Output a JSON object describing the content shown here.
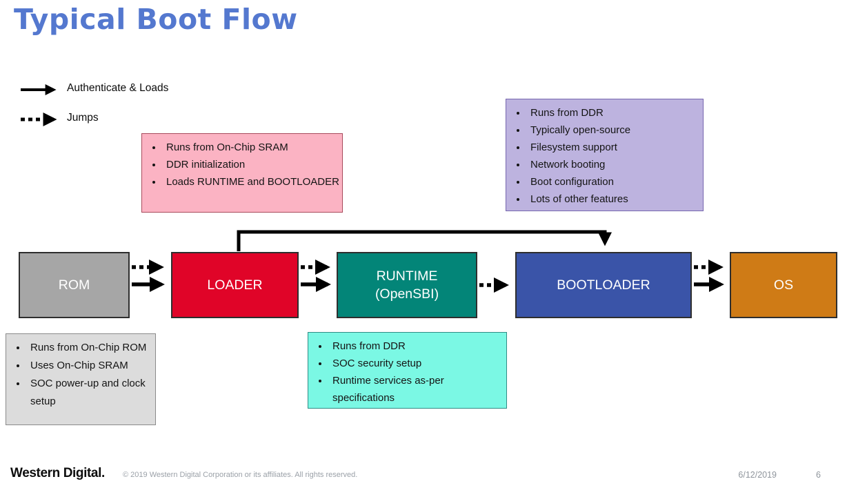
{
  "slide": {
    "title": "Typical Boot Flow"
  },
  "legend": {
    "solid_label": "Authenticate & Loads",
    "dotted_label": "Jumps"
  },
  "flow": {
    "boxes": [
      {
        "label": "ROM",
        "color": "#A6A6A6"
      },
      {
        "label": "LOADER",
        "color": "#E00428"
      },
      {
        "label": "RUNTIME",
        "sublabel": "(OpenSBI)",
        "color": "#038578"
      },
      {
        "label": "BOOTLOADER",
        "color": "#3A54A8"
      },
      {
        "label": "OS",
        "color": "#CF7B16"
      }
    ]
  },
  "callouts": {
    "loader": {
      "bg": "#FBB3C3",
      "border": "#A84B5C",
      "items": [
        "Runs from On-Chip SRAM",
        "DDR initialization",
        "Loads RUNTIME and BOOTLOADER"
      ]
    },
    "bootloader": {
      "bg": "#BDB3DF",
      "border": "#7565AE",
      "items": [
        "Runs from DDR",
        "Typically open-source",
        "Filesystem support",
        "Network booting",
        "Boot configuration",
        "Lots of other features"
      ]
    },
    "rom": {
      "bg": "#DCDCDC",
      "border": "#8A8A8A",
      "items": [
        "Runs from On-Chip ROM",
        "Uses On-Chip SRAM",
        "SOC power-up and clock setup"
      ]
    },
    "runtime": {
      "bg": "#7BF8E4",
      "border": "#2F8C85",
      "items": [
        "Runs from DDR",
        "SOC security setup",
        "Runtime services as-per specifications"
      ]
    }
  },
  "footer": {
    "logo": "Western Digital.",
    "copyright": "© 2019 Western Digital Corporation or its affiliates. All rights reserved.",
    "date": "6/12/2019",
    "page": "6"
  },
  "colors": {
    "title": "#5478CF",
    "arrows": "#000000"
  }
}
